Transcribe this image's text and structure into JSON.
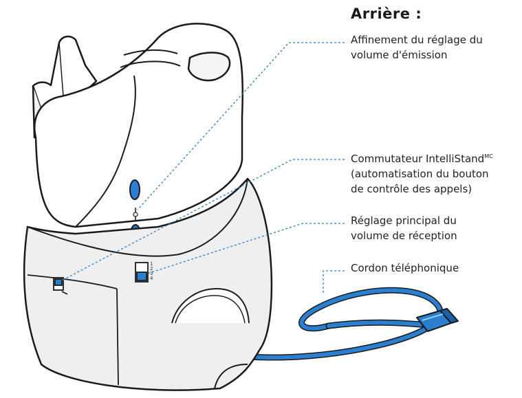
{
  "heading": "Arrière :",
  "callouts": [
    {
      "id": "tx-volume-fine",
      "lines": [
        "Affinement du réglage du",
        "volume d'émission"
      ]
    },
    {
      "id": "intellistand",
      "lines": [
        "Commutateur IntelliStand",
        "(automatisation du bouton",
        "de contrôle des appels)"
      ],
      "superscript": "MC"
    },
    {
      "id": "rx-volume-main",
      "lines": [
        "Réglage principal du",
        "volume de réception"
      ]
    },
    {
      "id": "phone-cord",
      "lines": [
        "Cordon téléphonique"
      ]
    }
  ],
  "colors": {
    "accent_blue": "#2b7fd0",
    "dark_blue": "#1d5ea8",
    "outline": "#222222",
    "base_fill": "#f0f0f0",
    "body_fill": "#ffffff"
  },
  "switch_marks": [
    "1",
    "2",
    "3",
    "4"
  ]
}
